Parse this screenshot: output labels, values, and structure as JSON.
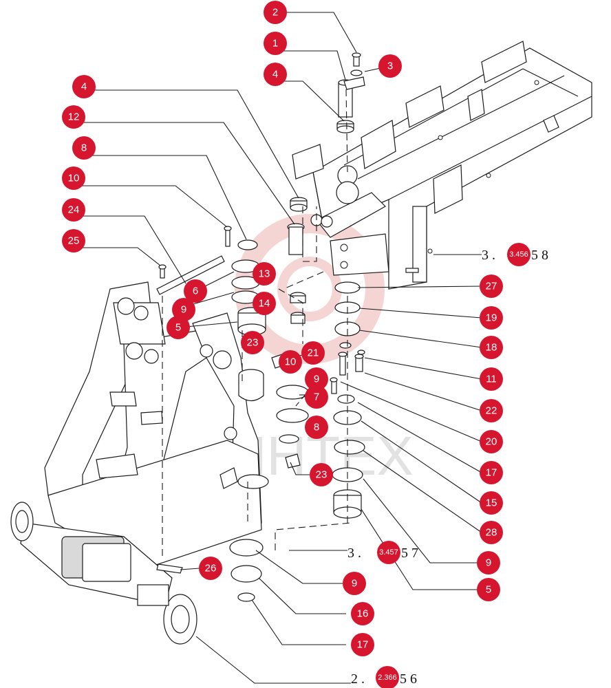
{
  "watermark": {
    "text": "ИНТЕХ",
    "color": "#e9a0a0"
  },
  "callout_color": "#d6162f",
  "callouts": [
    {
      "id": "c-2",
      "label": "2"
    },
    {
      "id": "c-1",
      "label": "1"
    },
    {
      "id": "c-3",
      "label": "3"
    },
    {
      "id": "c-4a",
      "label": "4"
    },
    {
      "id": "c-4b",
      "label": "4"
    },
    {
      "id": "c-12",
      "label": "12"
    },
    {
      "id": "c-8a",
      "label": "8"
    },
    {
      "id": "c-10a",
      "label": "10"
    },
    {
      "id": "c-24",
      "label": "24"
    },
    {
      "id": "c-25",
      "label": "25"
    },
    {
      "id": "c-13",
      "label": "13"
    },
    {
      "id": "c-6",
      "label": "6"
    },
    {
      "id": "c-9a",
      "label": "9"
    },
    {
      "id": "c-14",
      "label": "14"
    },
    {
      "id": "c-5a",
      "label": "5"
    },
    {
      "id": "c-23a",
      "label": "23"
    },
    {
      "id": "c-21",
      "label": "21"
    },
    {
      "id": "c-10b",
      "label": "10"
    },
    {
      "id": "c-9b",
      "label": "9"
    },
    {
      "id": "c-7",
      "label": "7"
    },
    {
      "id": "c-8b",
      "label": "8"
    },
    {
      "id": "c-23b",
      "label": "23"
    },
    {
      "id": "c-27",
      "label": "27"
    },
    {
      "id": "c-19",
      "label": "19"
    },
    {
      "id": "c-18",
      "label": "18"
    },
    {
      "id": "c-11",
      "label": "11"
    },
    {
      "id": "c-22",
      "label": "22"
    },
    {
      "id": "c-20",
      "label": "20"
    },
    {
      "id": "c-17a",
      "label": "17"
    },
    {
      "id": "c-15",
      "label": "15"
    },
    {
      "id": "c-28",
      "label": "28"
    },
    {
      "id": "c-9c",
      "label": "9"
    },
    {
      "id": "c-5b",
      "label": "5"
    },
    {
      "id": "c-26",
      "label": "26"
    },
    {
      "id": "c-9d",
      "label": "9"
    },
    {
      "id": "c-16",
      "label": "16"
    },
    {
      "id": "c-17b",
      "label": "17"
    }
  ],
  "references": [
    {
      "id": "ref-frame",
      "text": "3 . ",
      "badge": "3.456",
      "suffix": "5 8"
    },
    {
      "id": "ref-loader",
      "text": "3 . ",
      "badge": "3.457",
      "suffix": "5 7"
    },
    {
      "id": "ref-axle",
      "text": "2 . ",
      "badge": "2.366",
      "suffix": "5 6"
    }
  ]
}
